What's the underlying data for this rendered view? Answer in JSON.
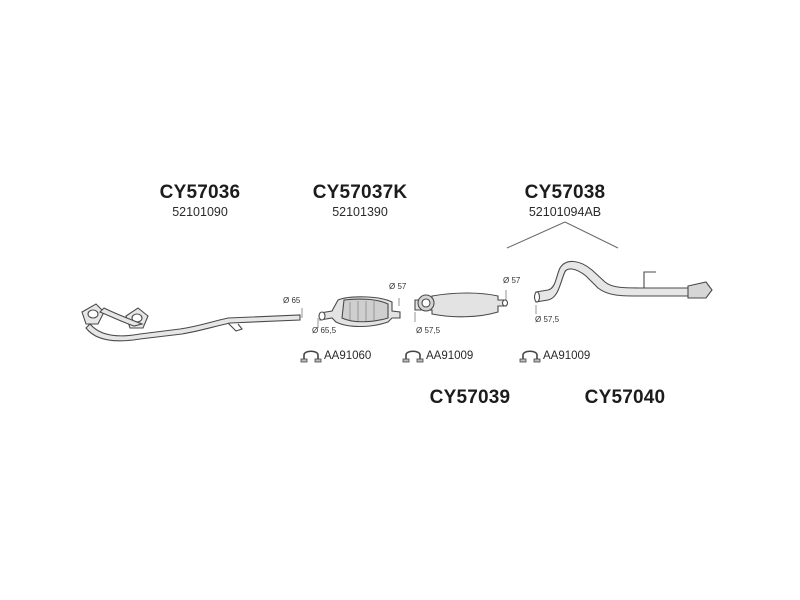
{
  "parts": [
    {
      "code": "CY57036",
      "oem": "52101090"
    },
    {
      "code": "CY57037K",
      "oem": "52101390"
    },
    {
      "code": "CY57038",
      "oem": "52101094AB"
    },
    {
      "code": "CY57039"
    },
    {
      "code": "CY57040"
    }
  ],
  "dimensions": {
    "front_pipe_outlet": "Ø 65",
    "cat_inlet": "Ø 65,5",
    "cat_outlet": "Ø 57",
    "muffler_inlet": "Ø 57,5",
    "muffler_outlet": "Ø 57",
    "tail_inlet": "Ø 57,5"
  },
  "clamps": [
    {
      "code": "AA91060"
    },
    {
      "code": "AA91009"
    },
    {
      "code": "AA91009"
    }
  ],
  "colors": {
    "line": "#4a4a4a",
    "fill": "#e6e6e6",
    "shade": "#bdbdbd"
  }
}
